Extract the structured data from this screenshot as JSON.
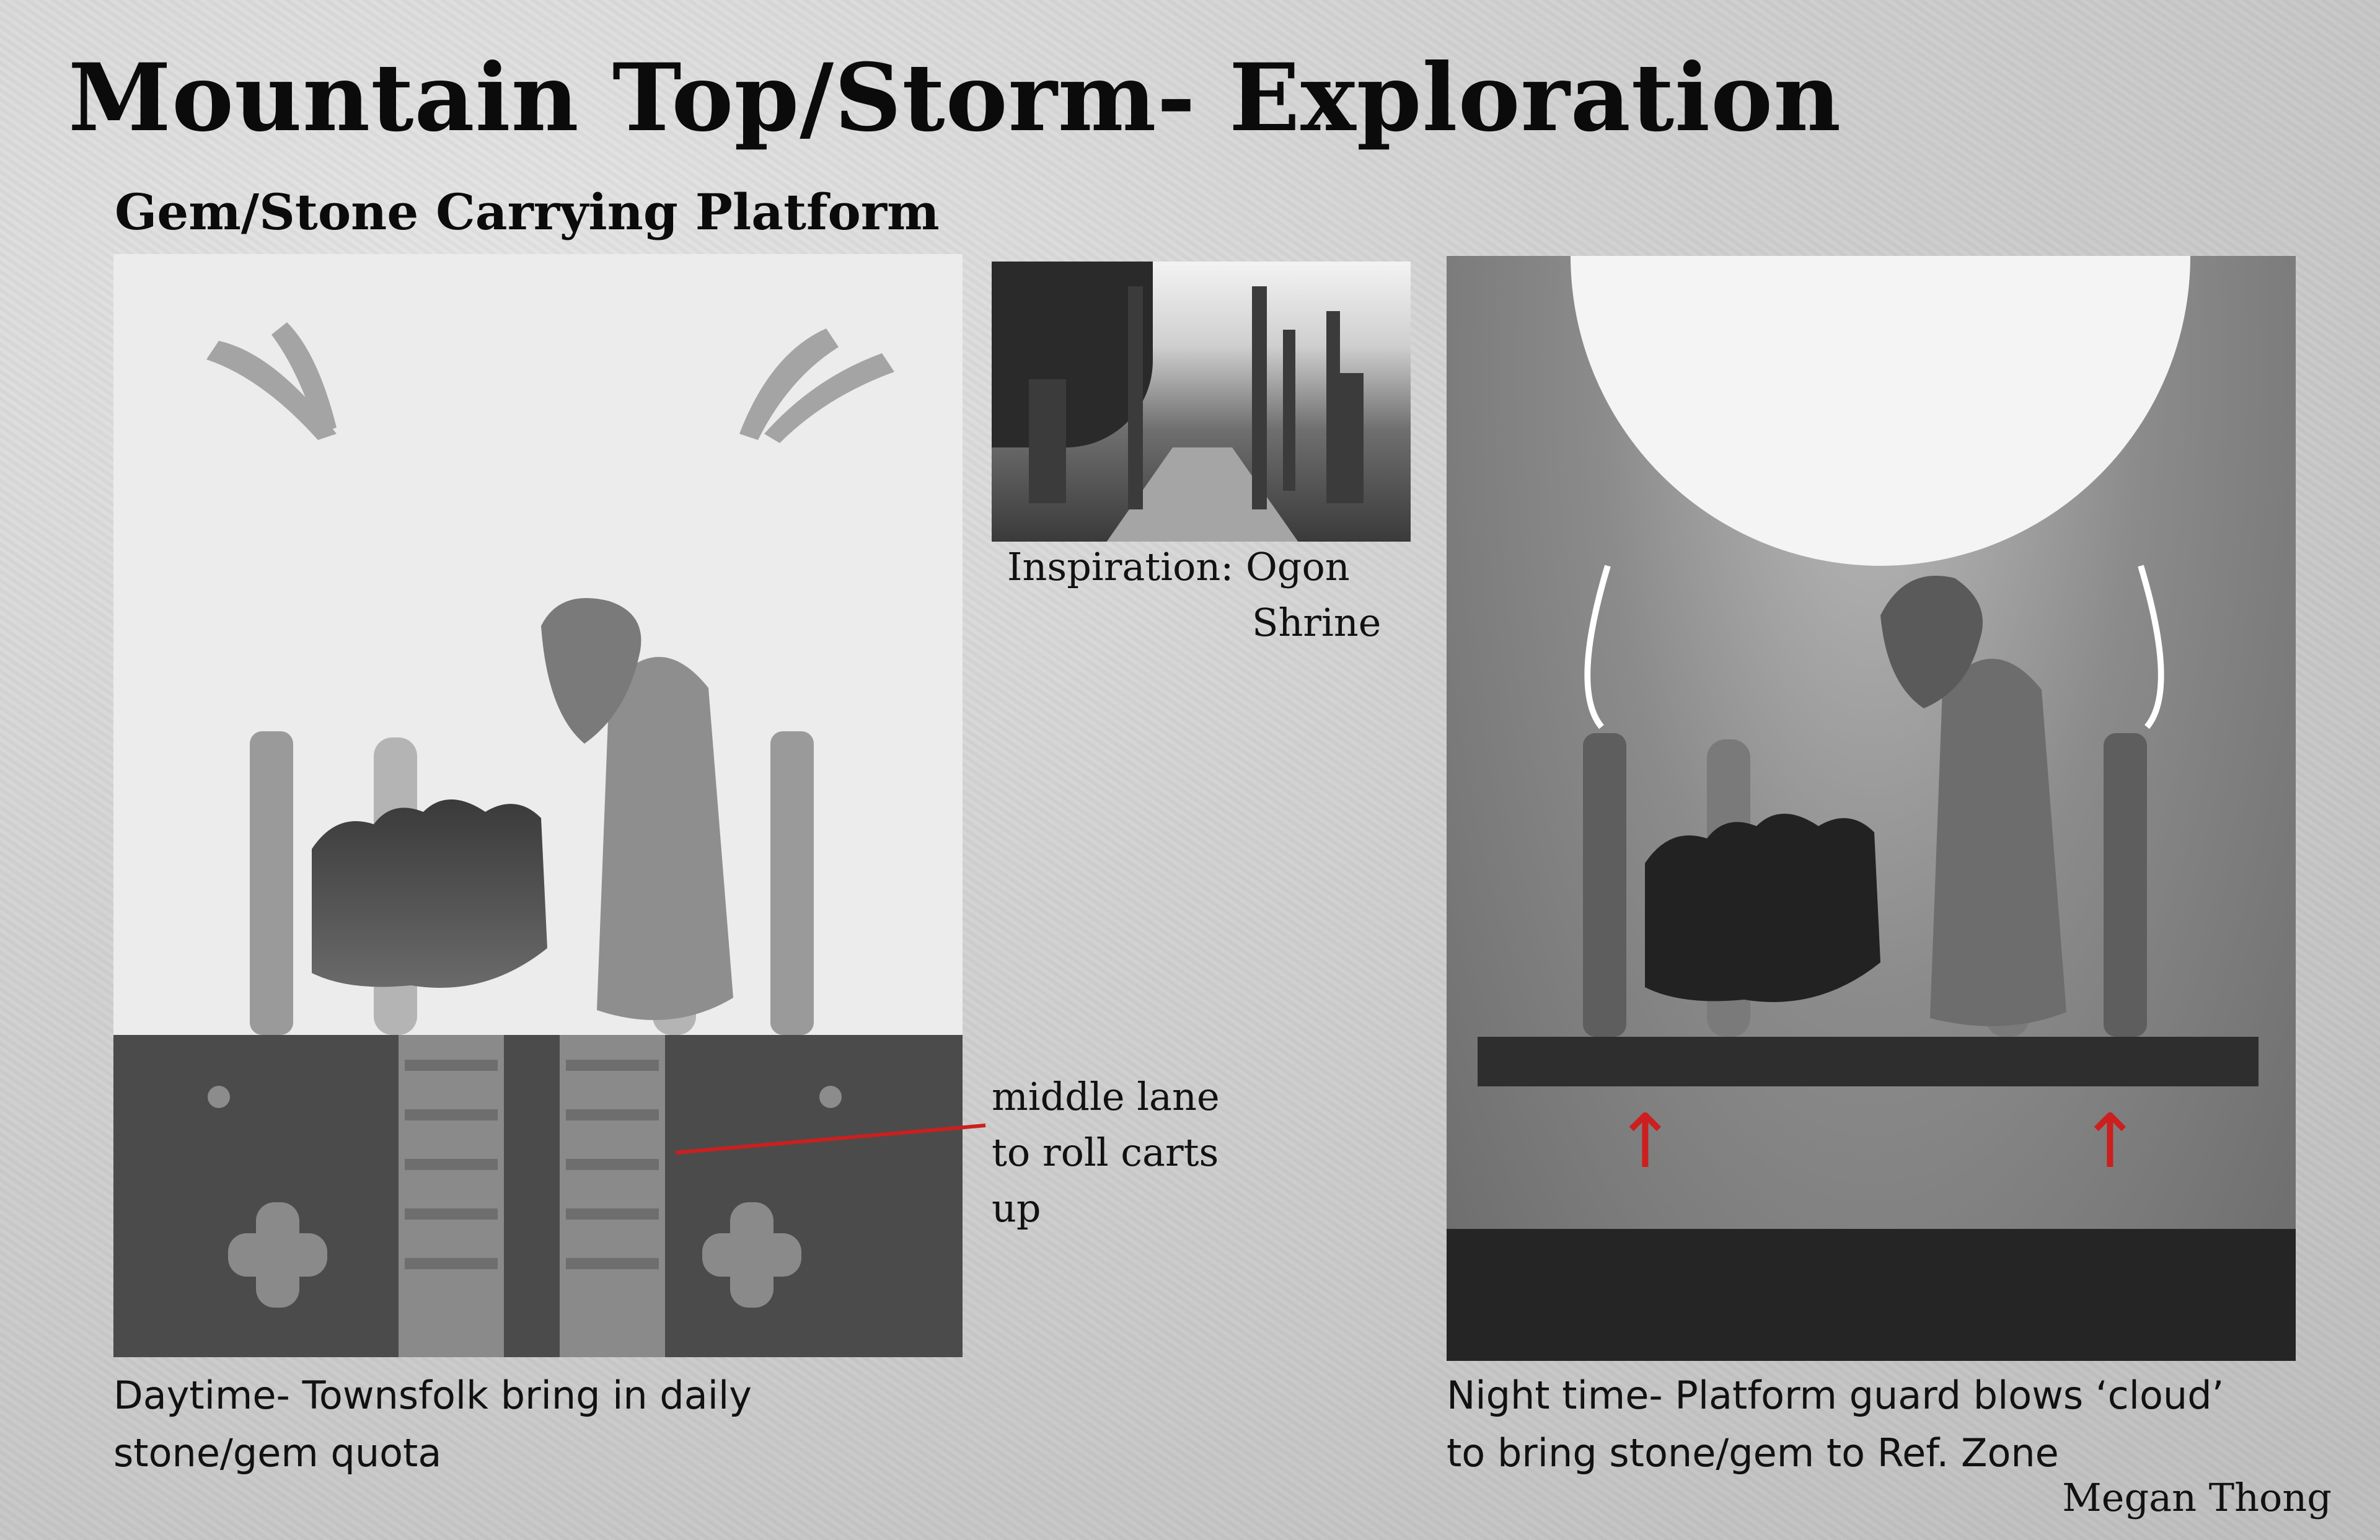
{
  "header": {
    "title": "Mountain Top/Storm- Exploration",
    "subtitle": "Gem/Stone Carrying Platform"
  },
  "inspiration": {
    "line1": "Inspiration: Ogon",
    "line2": "Shrine"
  },
  "annotation": {
    "line1": "middle lane",
    "line2": "to roll carts",
    "line3": "up"
  },
  "captions": {
    "day_line1": "Daytime- Townsfolk bring in daily",
    "day_line2": "stone/gem quota",
    "night_line1": "Night time- Platform guard blows ‘cloud’",
    "night_line2": "to bring stone/gem to Ref. Zone"
  },
  "author": "Megan Thong",
  "colors": {
    "annotation_red": "#cc1f1f"
  }
}
